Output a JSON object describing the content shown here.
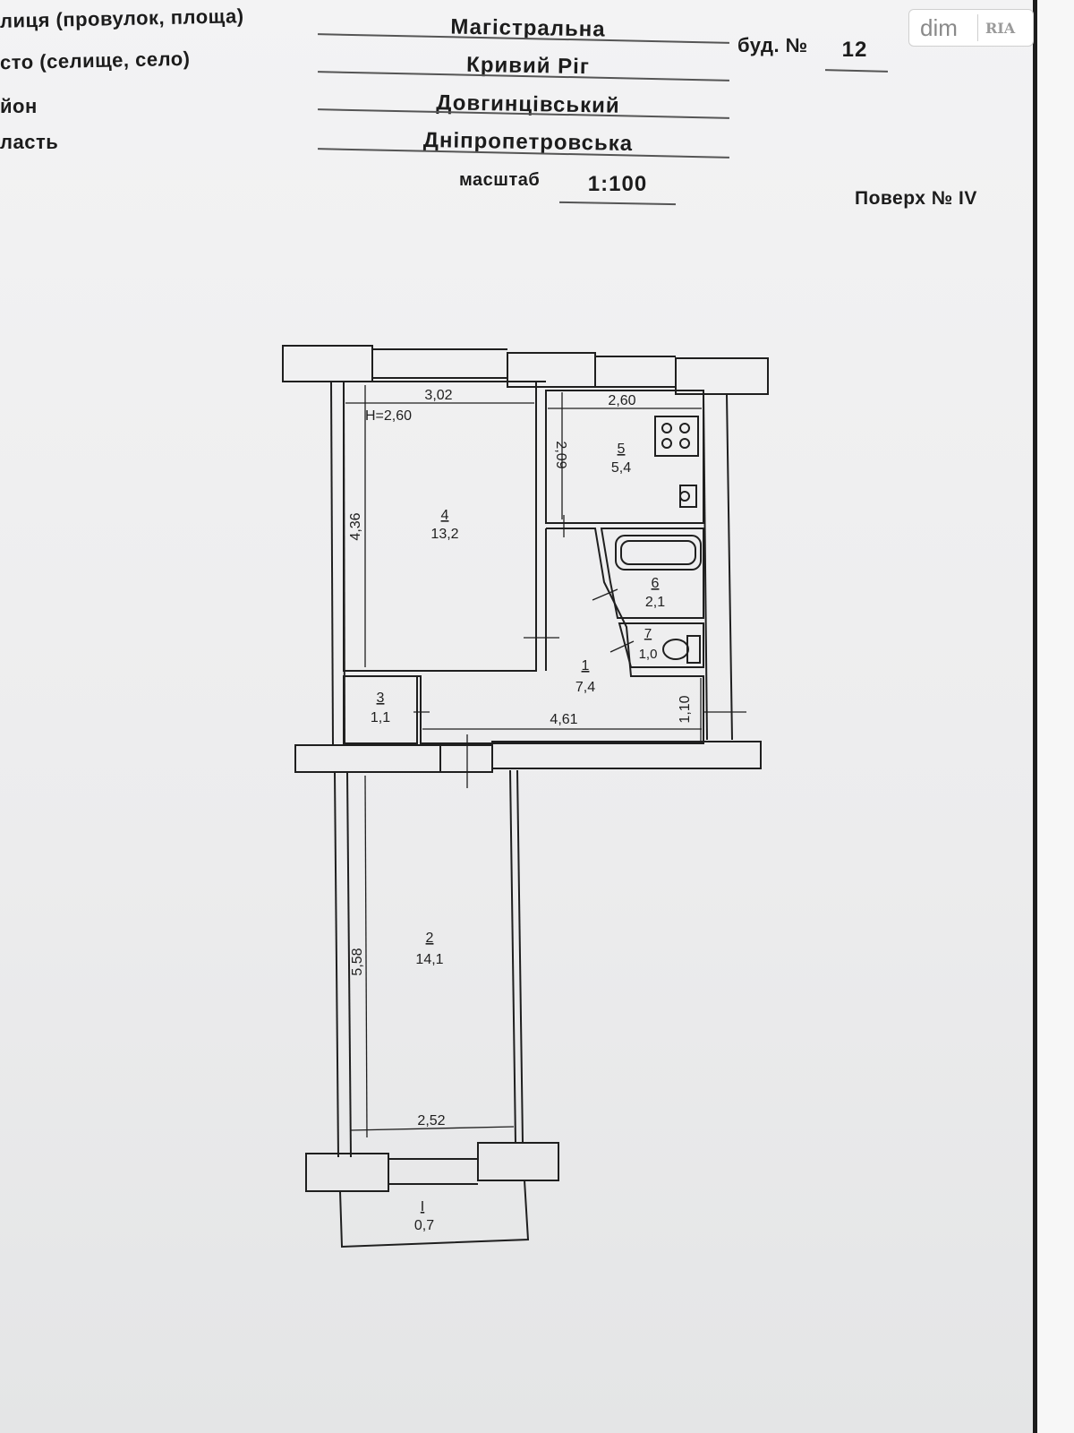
{
  "header": {
    "street_label": "лиця (провулок, площа)",
    "city_label": "сто (селище, село)",
    "district_label": "йон",
    "region_label": "ласть",
    "street": "Магістральна",
    "city": "Кривий Ріг",
    "district": "Довгинцівський",
    "region": "Дніпропетровська",
    "building_label": "буд. №",
    "building_number": "12",
    "scale_label": "масштаб",
    "scale": "1:100",
    "floor": "Поверх № IV"
  },
  "watermark": {
    "brand_a": "dim",
    "brand_b": "RIA"
  },
  "plan": {
    "ceiling_height": "H=2,60",
    "rooms": [
      {
        "number": "4",
        "area": "13,2"
      },
      {
        "number": "5",
        "area": "5,4"
      },
      {
        "number": "6",
        "area": "2,1"
      },
      {
        "number": "7",
        "area": "1,0"
      },
      {
        "number": "1",
        "area": "7,4"
      },
      {
        "number": "3",
        "area": "1,1"
      },
      {
        "number": "2",
        "area": "14,1"
      },
      {
        "number": "I",
        "area": "0,7"
      }
    ],
    "dimensions": {
      "room4_width": "3,02",
      "room5_width": "2,60",
      "room4_length": "4,36",
      "room5_length": "2,09",
      "corridor_width": "4,61",
      "corridor_depth": "1,10",
      "room2_length": "5,58",
      "room2_width": "2,52"
    }
  }
}
